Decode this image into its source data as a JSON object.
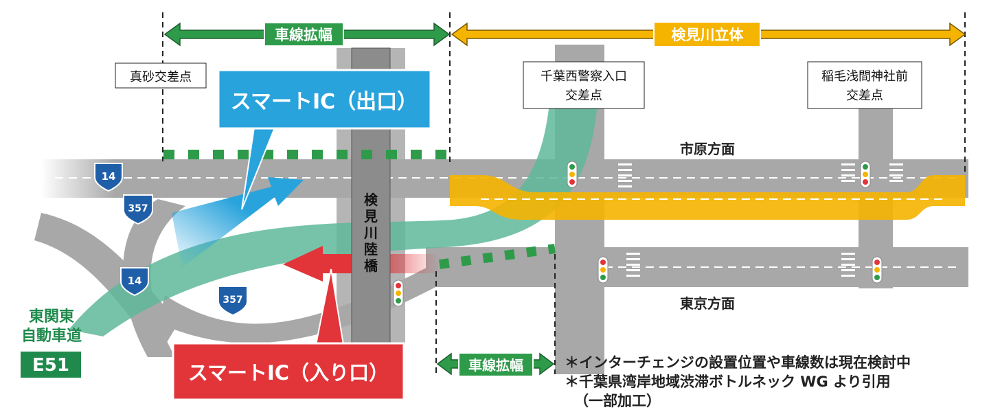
{
  "colors": {
    "green": "#2e9b4a",
    "orange": "#f5b400",
    "blue": "#29a3dc",
    "red": "#e1353a",
    "teal": "#5fb99a",
    "road": "#a8a8a8",
    "bridge": "#8c8c8c"
  },
  "spans": {
    "widening_top": "車線拡幅",
    "kemigawa_grade": "検見川立体",
    "widening_bottom": "車線拡幅"
  },
  "intersections": {
    "masago": "真砂交差点",
    "chiba_nishi": [
      "千葉西警察入口",
      "交差点"
    ],
    "inage": [
      "稲毛浅間神社前",
      "交差点"
    ]
  },
  "callouts": {
    "exit": "スマートIC（出口）",
    "entrance": "スマートIC（入り口）"
  },
  "bridge_label": [
    "検",
    "見",
    "川",
    "陸",
    "橋"
  ],
  "directions": {
    "ichihara": "市原方面",
    "tokyo": "東京方面"
  },
  "routes": [
    "14",
    "357",
    "14",
    "357"
  ],
  "expressway": {
    "name_line1": "東関東",
    "name_line2": "自動車道",
    "code": "E51"
  },
  "notes": [
    "＊インターチェンジの設置位置や車線数は現在検討中",
    "＊千葉県湾岸地域渋滞ボトルネック WG より引用",
    "（一部加工）"
  ]
}
